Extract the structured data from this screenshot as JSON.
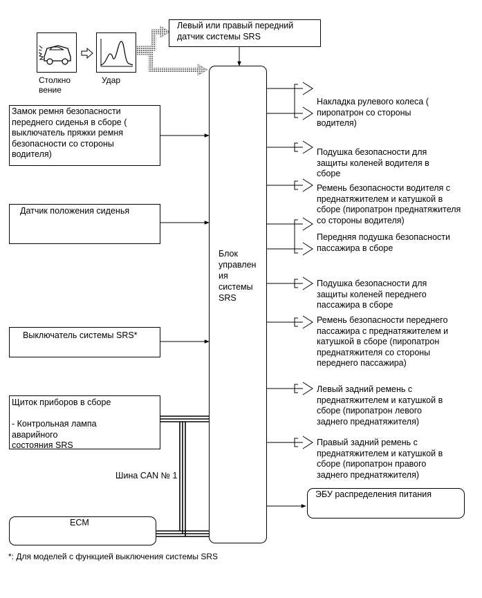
{
  "top_sensor": {
    "label": "Левый или правый передний\nдатчик системы SRS"
  },
  "collision": {
    "label": "Столкно\nвение"
  },
  "impact": {
    "label": "Удар"
  },
  "ecu": {
    "label": "Блок\nуправлен\nия\nсистемы\nSRS"
  },
  "inputs": [
    {
      "label": "Замок ремня безопасности\nпереднего сиденья в сборе (\nвыключатель пряжки ремня\nбезопасности со стороны\nводителя)"
    },
    {
      "label": "Датчик положения сиденья"
    },
    {
      "label": "Выключатель системы SRS*"
    },
    {
      "label": "Щиток приборов в сборе\n\n- Контрольная лампа\nаварийного\nсостояния SRS"
    },
    {
      "label": "ECM"
    }
  ],
  "can_bus": {
    "label": "Шина CAN № 1"
  },
  "outputs": [
    {
      "label": "Накладка рулевого колеса (\nпиропатрон со стороны\nводителя)"
    },
    {
      "label": "Подушка безопасности для\nзащиты коленей водителя в\nсборе"
    },
    {
      "label": "Ремень безопасности водителя с\nпреднатяжителем и катушкой в\nсборе (пиропатрон преднатяжителя\nсо стороны водителя)"
    },
    {
      "label": "Передняя подушка безопасности\nпассажира в сборе"
    },
    {
      "label": "Подушка безопасности для\nзащиты коленей переднего\nпассажира в сборе"
    },
    {
      "label": "Ремень безопасности переднего\nпассажира с преднатяжителем и\nкатушкой в сборе (пиропатрон\nпреднатяжителя со стороны\nпереднего пассажира)"
    },
    {
      "label": "Левый задний ремень с\nпреднатяжителем и катушкой в\nсборе (пиропатрон левого\nзаднего преднатяжителя)"
    },
    {
      "label": "Правый задний ремень с\nпреднатяжителем и катушкой в\nсборе (пиропатрон правого\nзаднего преднатяжителя)"
    }
  ],
  "power_ecu": {
    "label": "ЭБУ распределения питания"
  },
  "footnote": {
    "label": "*: Для моделей с функцией выключения системы SRS"
  }
}
